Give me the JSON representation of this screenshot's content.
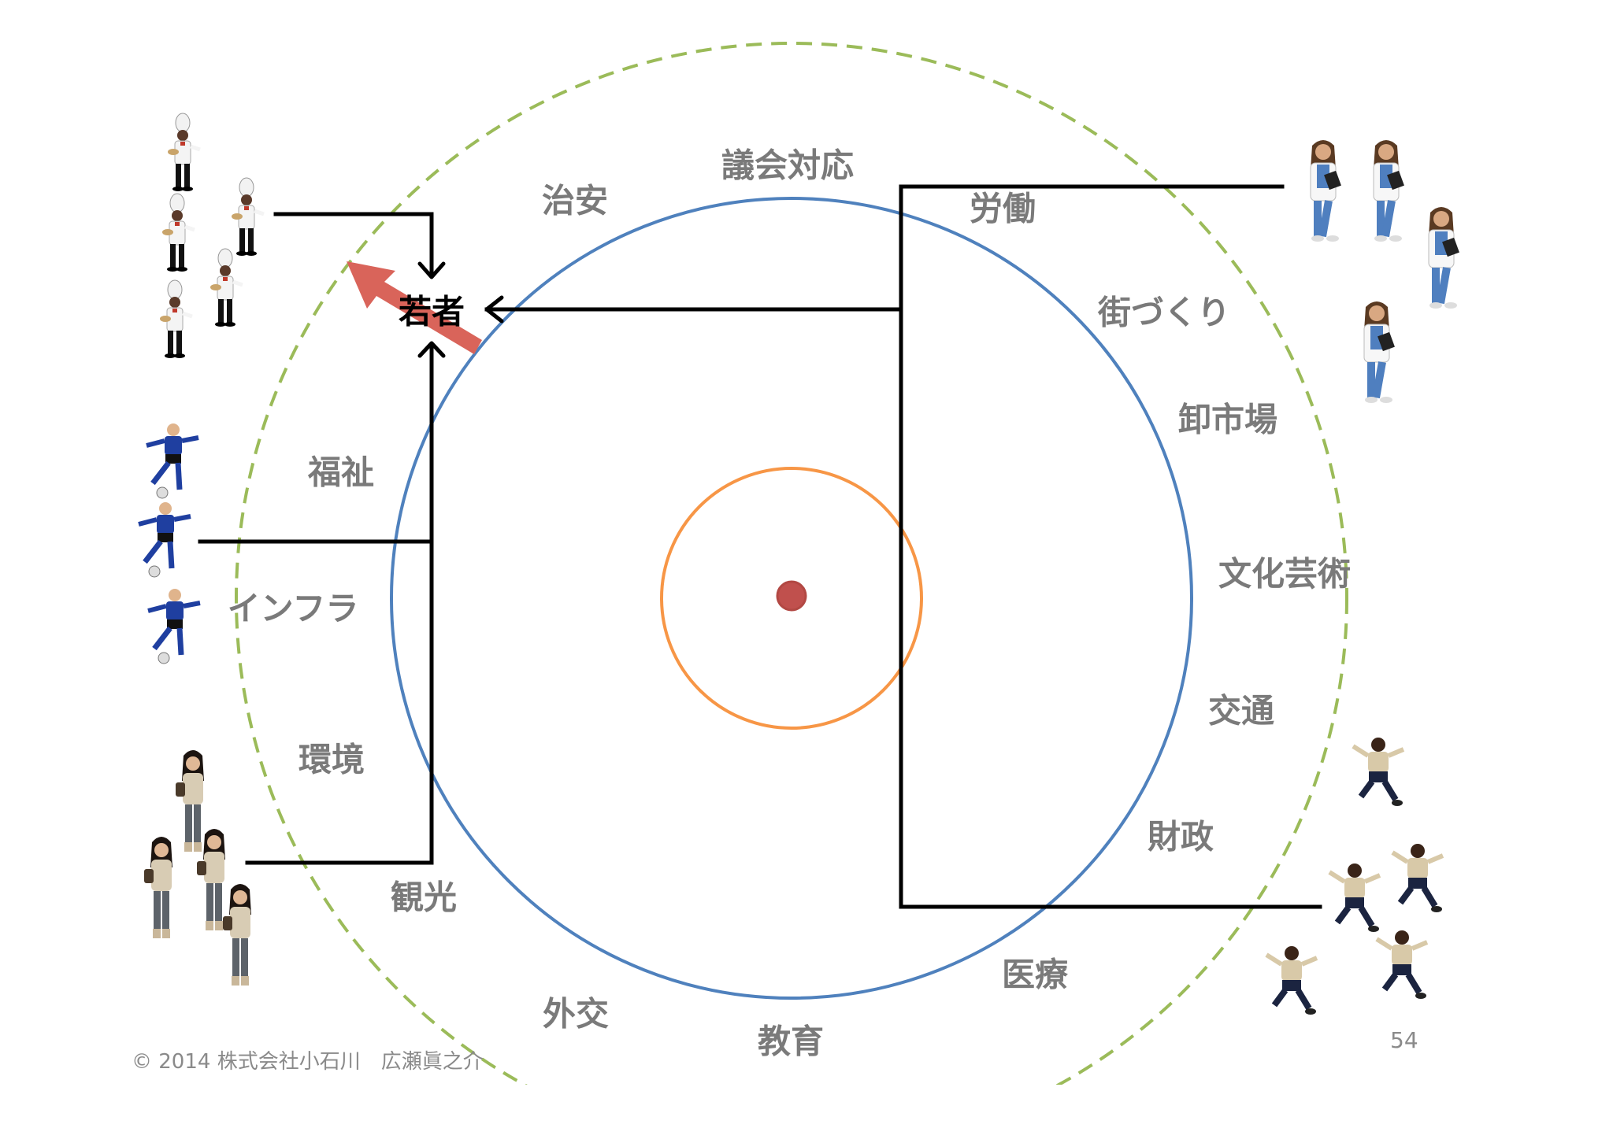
{
  "diagram": {
    "center_label": "若者",
    "labels": {
      "giin": "議会対応",
      "chian": "治安",
      "roudou": "労働",
      "machi": "街づくり",
      "oroshi": "卸市場",
      "fukushi": "福祉",
      "bunka": "文化芸術",
      "infura": "インフラ",
      "koutsuu": "交通",
      "kankyou": "環境",
      "zaisei": "財政",
      "kankou": "観光",
      "iryou": "医療",
      "gaikou": "外交",
      "kyouiku": "教育"
    },
    "colors": {
      "outer_dashed": "#9bbb59",
      "middle_circle": "#4f81bd",
      "inner_circle": "#f79646",
      "center_dot": "#c0504d",
      "red_arrow": "#d9645a",
      "lines": "#000000",
      "label_text": "#7a7a7a"
    },
    "figure_groups": [
      "chef-figures",
      "doctor-figures",
      "soccer-figures",
      "woman-figures",
      "man-figures"
    ]
  },
  "footer": {
    "copyright": "© 2014 株式会社小石川　広瀬眞之介",
    "page_number": "54"
  }
}
